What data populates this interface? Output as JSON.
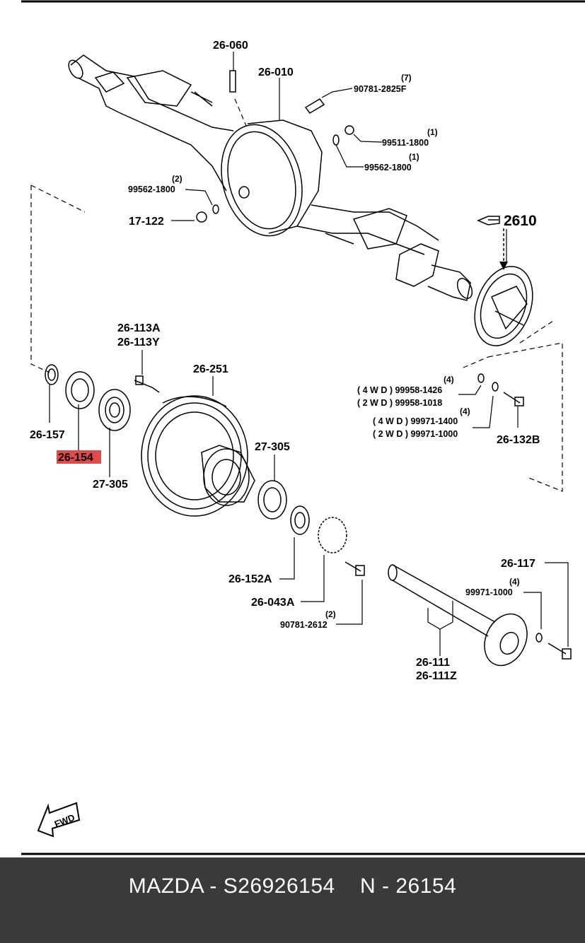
{
  "callouts": {
    "c26060": "26-060",
    "c26010": "26-010",
    "c90781_2825f": "90781-2825F",
    "q7": "(7)",
    "c99511_1800": "99511-1800",
    "q1a": "(1)",
    "c99562_1800r": "99562-1800",
    "q1b": "(1)",
    "c99562_1800l": "99562-1800",
    "q2a": "(2)",
    "c17122": "17-122",
    "c2610": "2610",
    "c26113a": "26-113A",
    "c26113y": "26-113Y",
    "c26251": "26-251",
    "q4a": "(4)",
    "c4wd_99958": "( 4 W D ) 99958-1426",
    "c2wd_99958": "( 2 W D ) 99958-1018",
    "q4b": "(4)",
    "c4wd_99971": "( 4 W D ) 99971-1400",
    "c2wd_99971": "( 2 W D ) 99971-1000",
    "c26132b": "26-132B",
    "c26157": "26-157",
    "c26154": "26-154",
    "c27305a": "27-305",
    "c27305b": "27-305",
    "c26152a": "26-152A",
    "c26043a": "26-043A",
    "q2b": "(2)",
    "c90781_2612": "90781-2612",
    "c26117": "26-117",
    "q4c": "(4)",
    "c99971_1000": "99971-1000",
    "c26111": "26-111",
    "c26111z": "26-111Z",
    "fwd": "FWD"
  },
  "highlight": {
    "part": "26-154",
    "color": "#e24a4a"
  },
  "footer": {
    "text": "MAZDA - S26926154    N - 26154",
    "background": "#3a3a3a",
    "text_color": "#ffffff"
  }
}
